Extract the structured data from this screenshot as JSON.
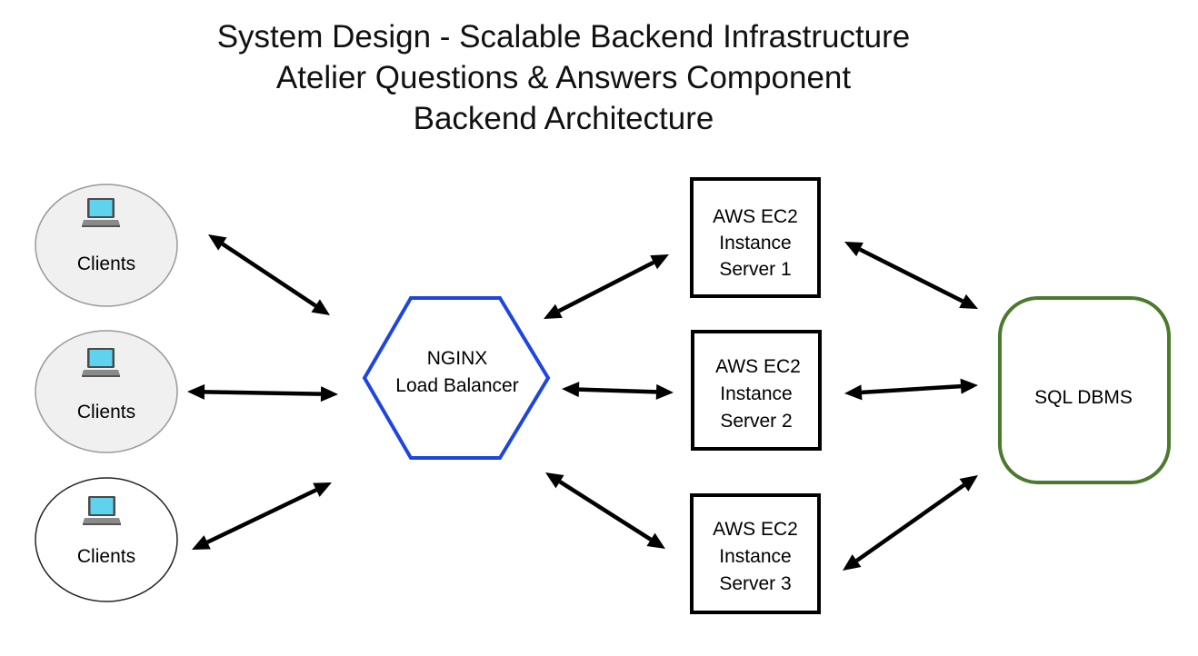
{
  "title": {
    "lines": [
      "System Design - Scalable Backend Infrastructure",
      "Atelier Questions & Answers Component",
      "Backend Architecture"
    ]
  },
  "clients": [
    {
      "label": "Clients",
      "icon": "laptop-icon",
      "fill": "#f0f0f0"
    },
    {
      "label": "Clients",
      "icon": "laptop-icon",
      "fill": "#f0f0f0"
    },
    {
      "label": "Clients",
      "icon": "laptop-icon",
      "fill": "#ffffff"
    }
  ],
  "load_balancer": {
    "line1": "NGINX",
    "line2": "Load Balancer",
    "stroke": "#1f45e0"
  },
  "servers": [
    {
      "line1": "AWS EC2",
      "line2": "Instance",
      "line3": "Server 1"
    },
    {
      "line1": "AWS EC2",
      "line2": "Instance",
      "line3": "Server 2"
    },
    {
      "line1": "AWS EC2",
      "line2": "Instance",
      "line3": "Server 3"
    }
  ],
  "database": {
    "label": "SQL DBMS",
    "stroke": "#4a7a2c"
  }
}
